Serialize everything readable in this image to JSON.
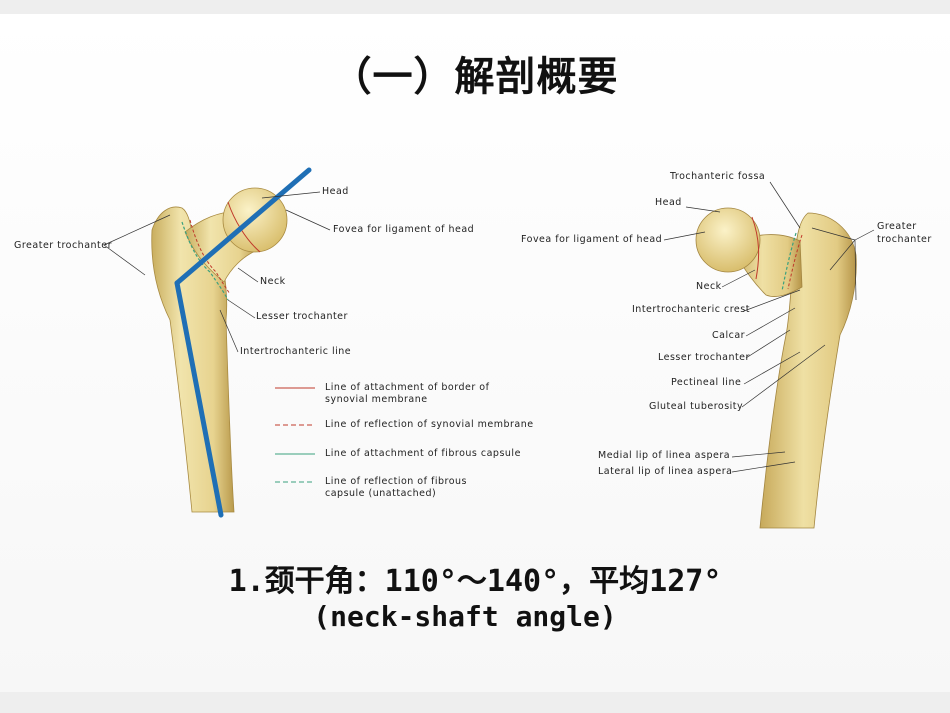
{
  "title": "（一）解剖概要",
  "anterior_view": {
    "labels": {
      "greater_trochanter": "Greater trochanter",
      "head": "Head",
      "fovea": "Fovea for ligament of head",
      "neck": "Neck",
      "lesser_trochanter": "Lesser trochanter",
      "intertrochanteric_line": "Intertrochanteric line"
    },
    "legend": [
      {
        "text": "Line of attachment of border of synovial membrane",
        "color": "#c0392b",
        "style": "solid"
      },
      {
        "text": "Line of reflection of synovial membrane",
        "color": "#c0392b",
        "style": "dashed"
      },
      {
        "text": "Line of attachment of fibrous capsule",
        "color": "#3aa17e",
        "style": "solid"
      },
      {
        "text": "Line of reflection of fibrous capsule (unattached)",
        "color": "#3aa17e",
        "style": "dashed"
      }
    ],
    "legend_lines": [
      [
        "Line of attachment of border of",
        "synovial membrane"
      ],
      [
        "Line of reflection of synovial membrane"
      ],
      [
        "Line of attachment of fibrous capsule"
      ],
      [
        "Line of reflection of fibrous",
        "capsule (unattached)"
      ]
    ]
  },
  "posterior_view": {
    "labels": {
      "trochanteric_fossa": "Trochanteric fossa",
      "head": "Head",
      "fovea": "Fovea for ligament of head",
      "greater_trochanter_1": "Greater",
      "greater_trochanter_2": "trochanter",
      "neck": "Neck",
      "intertrochanteric_crest": "Intertrochanteric crest",
      "calcar": "Calcar",
      "lesser_trochanter": "Lesser trochanter",
      "pectineal_line": "Pectineal line",
      "gluteal_tuberosity": "Gluteal tuberosity",
      "medial_lip": "Medial lip of linea aspera",
      "lateral_lip": "Lateral lip of linea aspera"
    }
  },
  "caption": {
    "line1": "1.颈干角：110°～140°，平均127°",
    "line2": "(neck-shaft angle)"
  },
  "colors": {
    "bone": "#eadb9a",
    "bone_shadow": "#c9ae5e",
    "angle_lines": "#1f6fb5",
    "synovial": "#c0392b",
    "fibrous": "#3aa17e"
  }
}
